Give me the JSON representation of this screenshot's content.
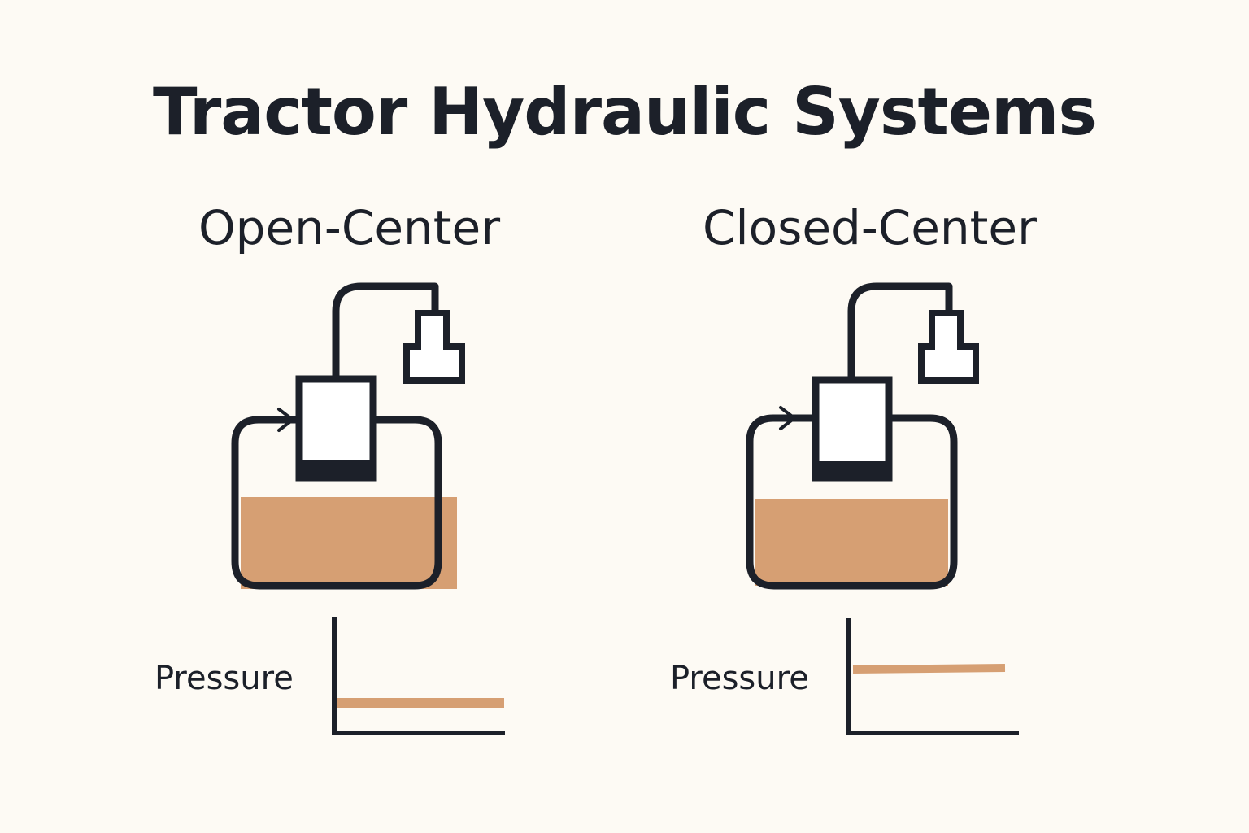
{
  "title": "Tractor Hydraulic Systems",
  "colors": {
    "ink": "#1c2029",
    "fluid": "#d69f73",
    "background": "#fdfaf4"
  },
  "panels": [
    {
      "title": "Open-Center",
      "pressure_label": "Pressure",
      "pressure_level": "low"
    },
    {
      "title": "Closed-Center",
      "pressure_label": "Pressure",
      "pressure_level": "high"
    }
  ]
}
